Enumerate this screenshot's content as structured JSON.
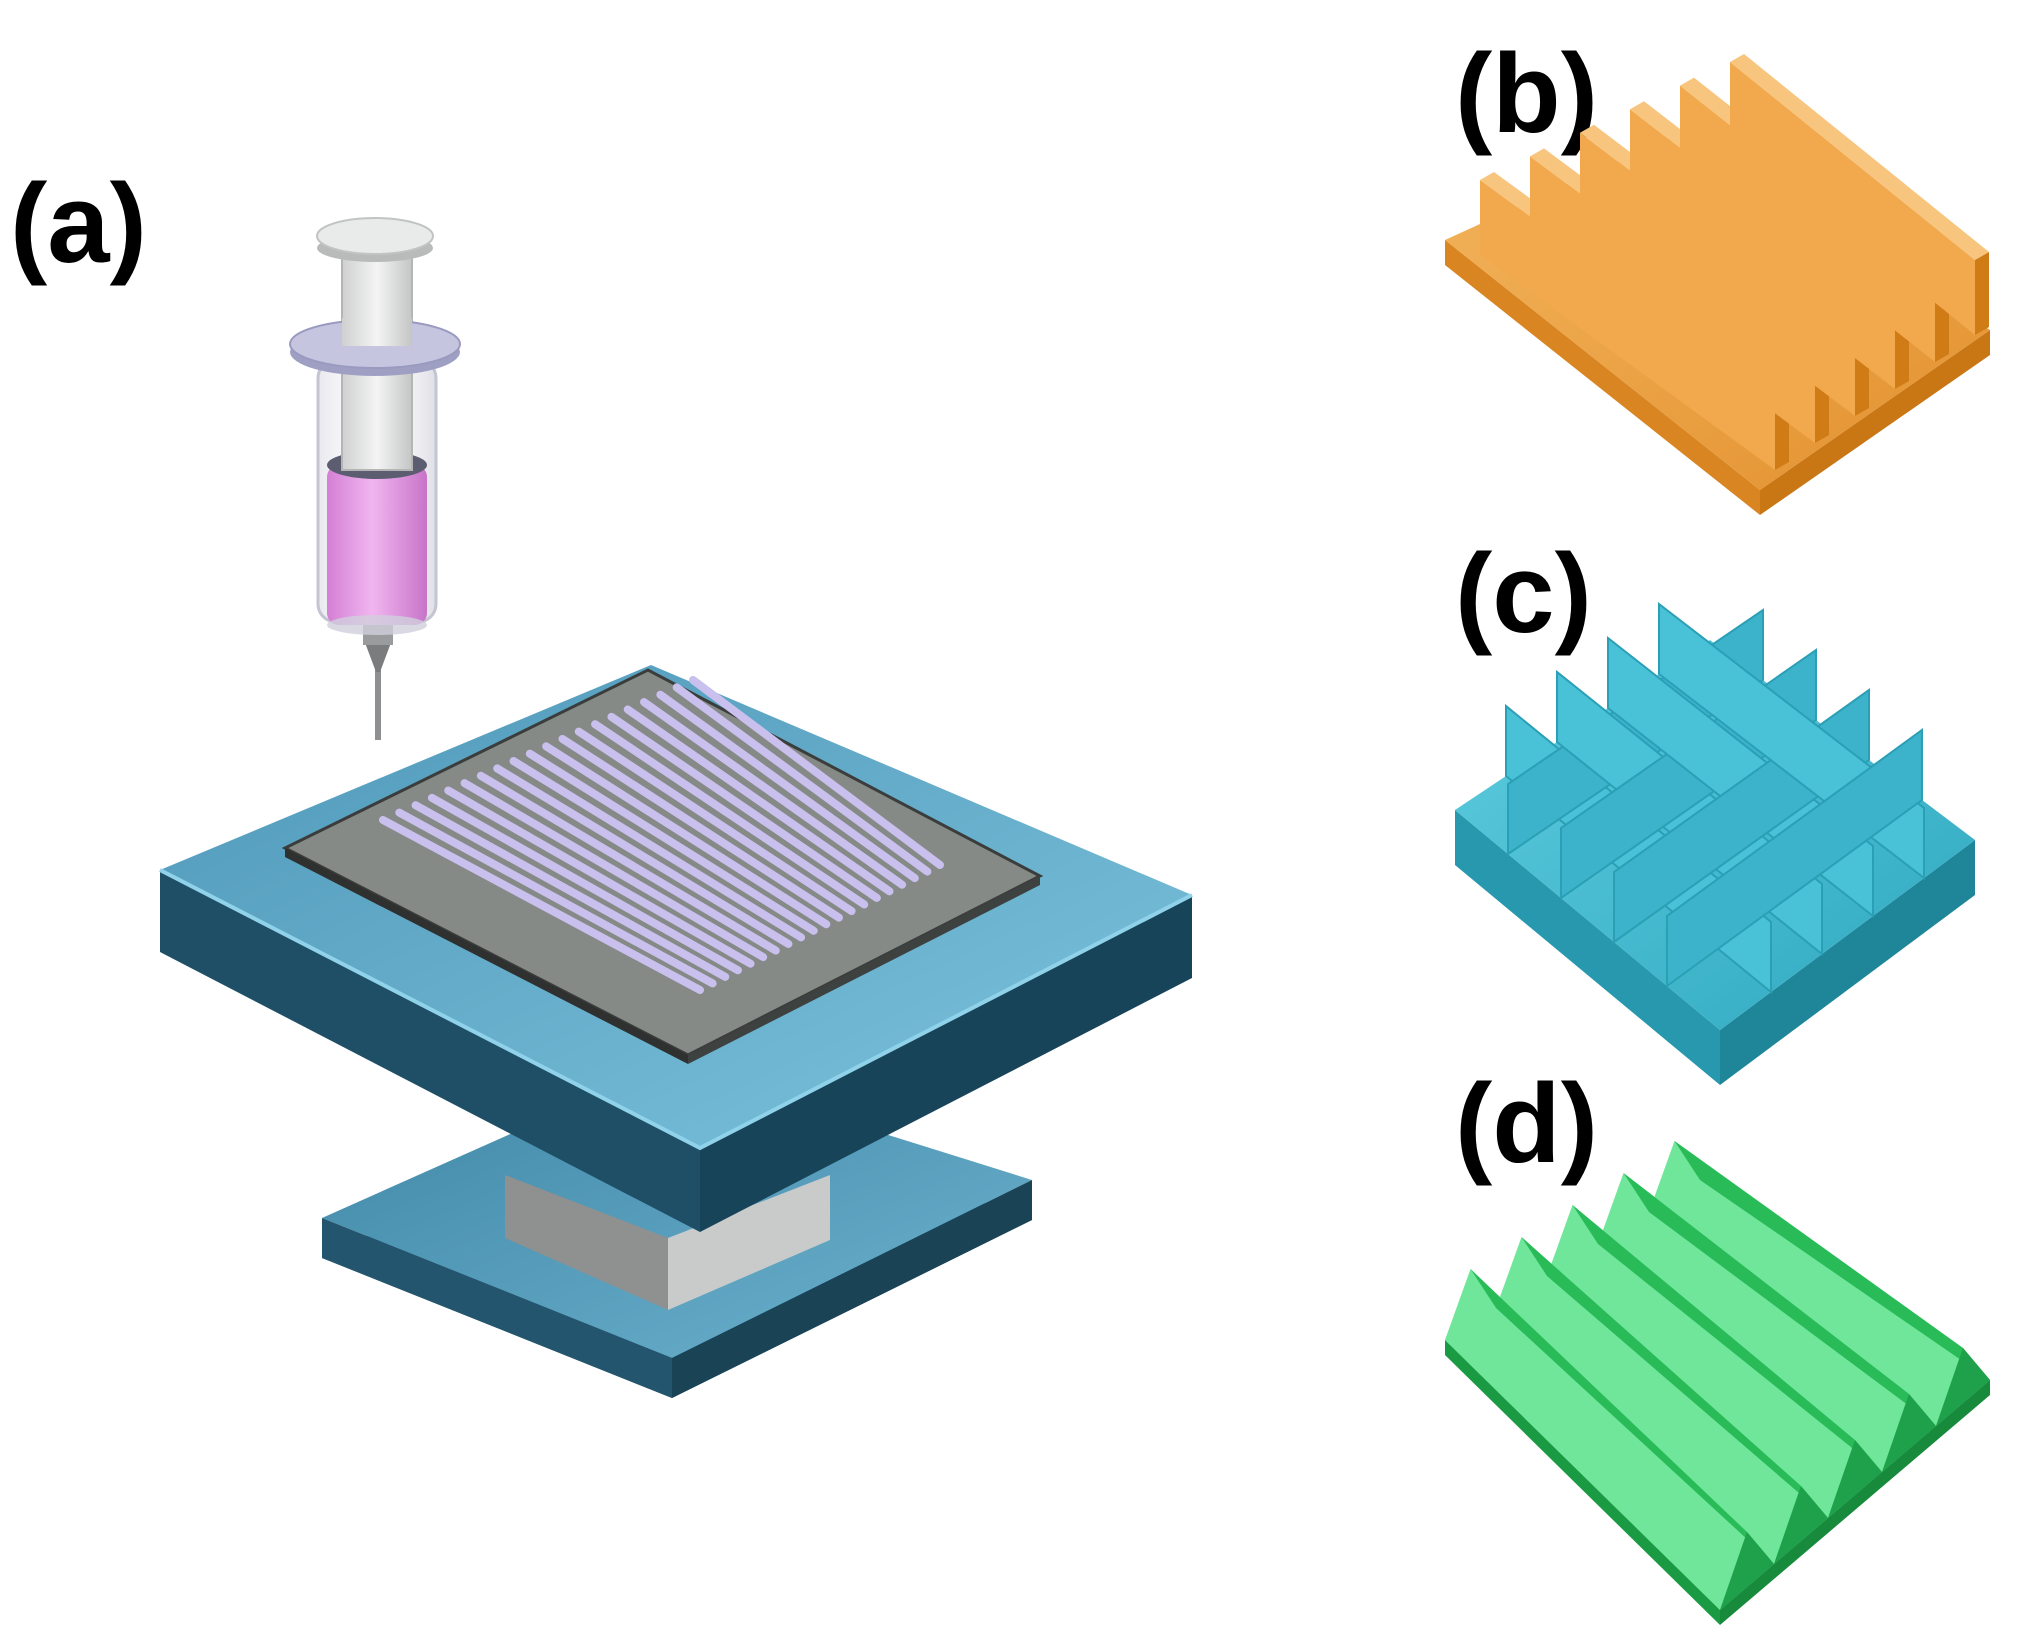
{
  "panels": [
    {
      "id": "a",
      "label": "(a)",
      "color": "#5ea9c9"
    },
    {
      "id": "b",
      "label": "(b)",
      "color": "#f0a34a"
    },
    {
      "id": "c",
      "label": "(c)",
      "color": "#3bb6cc"
    },
    {
      "id": "d",
      "label": "(d)",
      "color": "#3fcc69"
    }
  ],
  "colors": {
    "platform_top": "#5ea9c9",
    "platform_side": "#2b6f8c",
    "platform_edge_dark": "#1d4a5f",
    "substrate": "#888d89",
    "printed_line": "#c9c0ee",
    "syringe_fluid": "#e59ae5",
    "syringe_flange": "#b9b9d8"
  },
  "icons": [
    "syringe-icon",
    "print-stage-icon",
    "ridge-structure-icon",
    "grid-structure-icon",
    "prism-structure-icon"
  ]
}
